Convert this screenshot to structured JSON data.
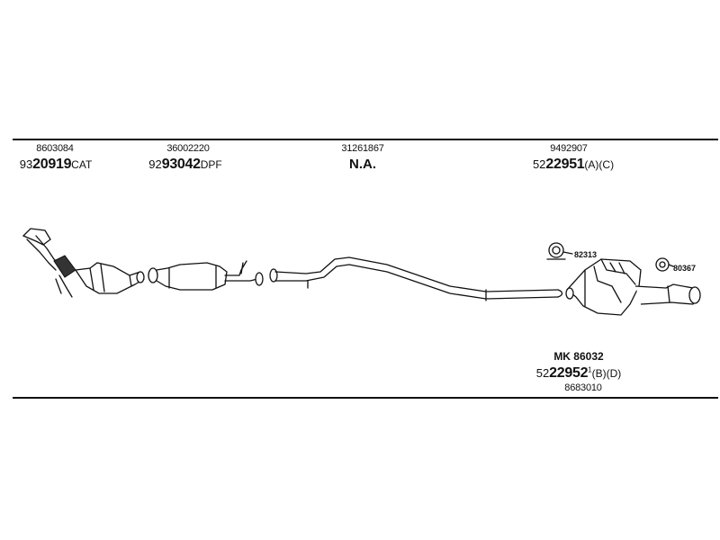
{
  "parts": [
    {
      "ref": "8603084",
      "code_prefix": "93",
      "code_main": "20919",
      "code_suffix": "CAT"
    },
    {
      "ref": "36002220",
      "code_prefix": "92",
      "code_main": "93042",
      "code_suffix": "DPF"
    },
    {
      "ref": "31261867",
      "code_na": "N.A."
    },
    {
      "ref": "9492907",
      "code_prefix": "52",
      "code_main": "22951",
      "code_suffix": "(A)(C)"
    }
  ],
  "rear_muffler": {
    "kit": "MK 86032",
    "code_prefix": "52",
    "code_main": "22952",
    "code_sup": "1",
    "code_suffix": "(B)(D)",
    "ref": "8683010"
  },
  "callouts": {
    "clamp": "82313",
    "hanger": "80367"
  }
}
